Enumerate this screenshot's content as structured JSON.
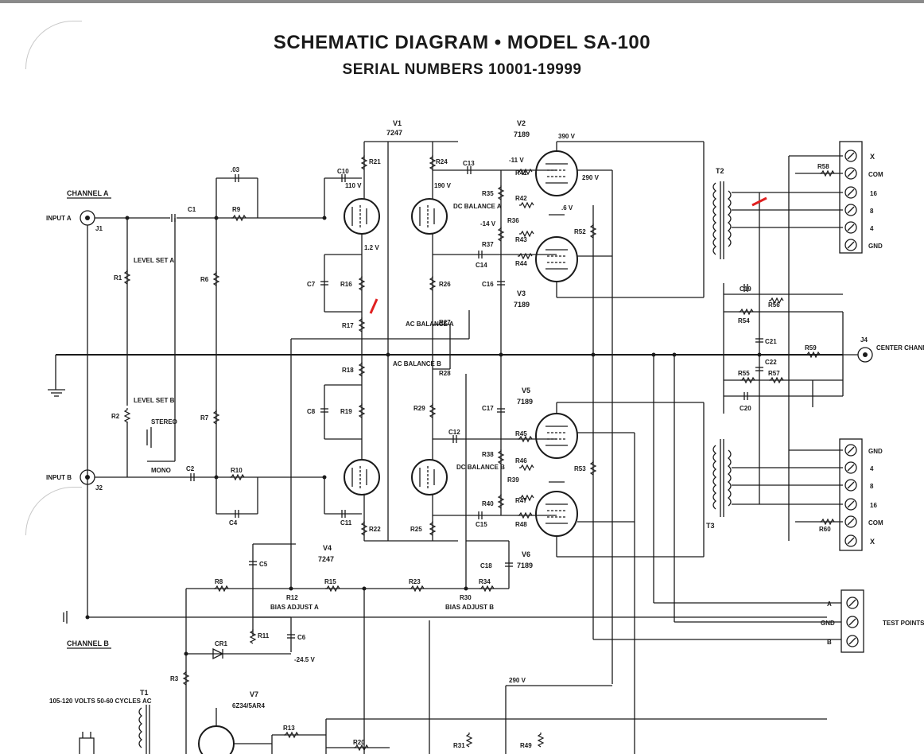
{
  "header": {
    "title": "SCHEMATIC DIAGRAM • MODEL SA-100",
    "subtitle": "SERIAL NUMBERS 10001-19999"
  },
  "inputs": {
    "channel_a": "CHANNEL A",
    "channel_b": "CHANNEL B",
    "input_a": "INPUT A",
    "input_b": "INPUT B",
    "j1": "J1",
    "j2": "J2",
    "level_a": "LEVEL SET A",
    "level_b": "LEVEL SET B",
    "stereo": "STEREO",
    "mono": "MONO"
  },
  "tubes": {
    "v1": "V1",
    "v1_type": "7247",
    "v2": "V2",
    "v2_type": "7189",
    "v3": "V3",
    "v3_type": "7189",
    "v4": "V4",
    "v4_type": "7247",
    "v5": "V5",
    "v5_type": "7189",
    "v6": "V6",
    "v6_type": "7189",
    "v7": "V7",
    "v7_type": "6Z34/5AR4"
  },
  "resistors": [
    "R1",
    "R2",
    "R3",
    "R6",
    "R7",
    "R8",
    "R9",
    "R10",
    "R11",
    "R12",
    "R13",
    "R15",
    "R16",
    "R17",
    "R18",
    "R19",
    "R20",
    "R21",
    "R22",
    "R23",
    "R24",
    "R25",
    "R26",
    "R27",
    "R28",
    "R29",
    "R30",
    "R31",
    "R34",
    "R35",
    "R36",
    "R37",
    "R38",
    "R39",
    "R40",
    "R41",
    "R42",
    "R43",
    "R44",
    "R45",
    "R46",
    "R47",
    "R48",
    "R49",
    "R52",
    "R53",
    "R54",
    "R55",
    "R56",
    "R57",
    "R58",
    "R59",
    "R60"
  ],
  "capacitors": [
    "C1",
    "C2",
    "C4",
    "C5",
    "C6",
    "C7",
    "C8",
    "C10",
    "C11",
    "C12",
    "C13",
    "C14",
    "C15",
    "C16",
    "C17",
    "C18",
    "C19",
    "C20",
    "C21",
    "C22",
    ".03"
  ],
  "controls": {
    "ac_bal_a": "AC BALANCE A",
    "ac_bal_b": "AC BALANCE B",
    "dc_bal_a": "DC BALANCE A",
    "dc_bal_b": "DC BALANCE B",
    "bias_a": "BIAS ADJUST A",
    "bias_b": "BIAS ADJUST B"
  },
  "voltages": {
    "v390": "390 V",
    "v290": "290 V",
    "v190": "190 V",
    "v110": "110 V",
    "v12": "1.2 V",
    "vneg11": "-11 V",
    "vneg14": "-14 V",
    "v6": ".6 V",
    "vneg245": "-24.5 V",
    "v290b": "290 V"
  },
  "transformers": {
    "t1": "T1",
    "t2": "T2",
    "t3": "T3"
  },
  "diode": "CR1",
  "terminals_top": [
    "X",
    "COM",
    "16",
    "8",
    "4",
    "GND"
  ],
  "terminals_bottom": [
    "GND",
    "4",
    "8",
    "16",
    "COM",
    "X"
  ],
  "test_points": {
    "label": "TEST POINTS",
    "pins": [
      "A",
      "GND",
      "B"
    ]
  },
  "center": {
    "jack": "J4",
    "label": "CENTER CHANNEL OUTPUT"
  },
  "power": {
    "label": "105-120 VOLTS 50-60 CYCLES AC"
  }
}
